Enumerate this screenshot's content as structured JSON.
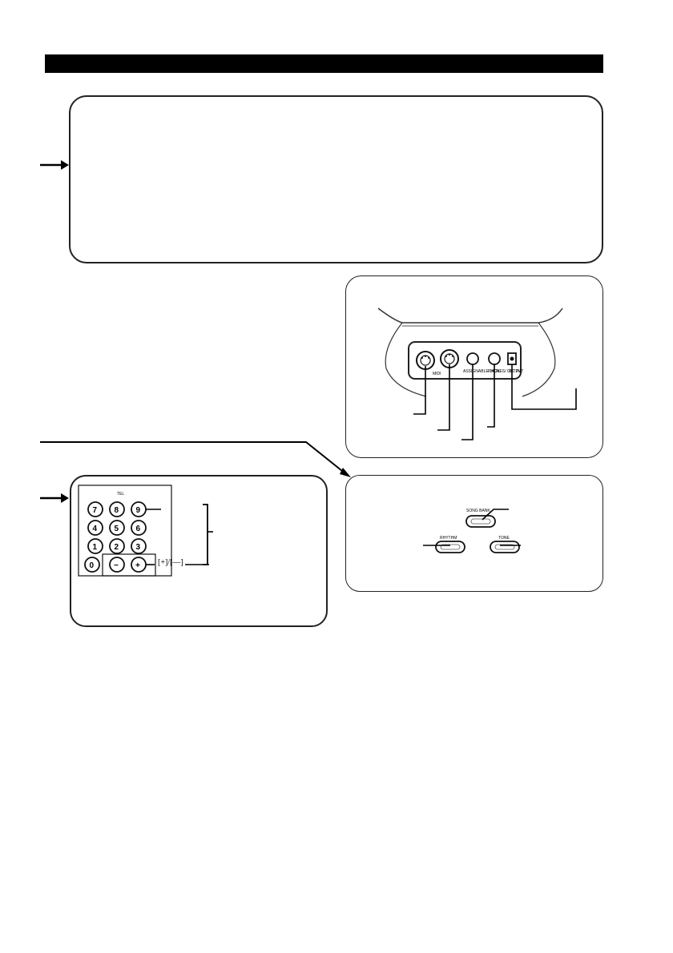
{
  "keypad": {
    "top_label": "TEL",
    "keys": [
      "7",
      "8",
      "9",
      "4",
      "5",
      "6",
      "1",
      "2",
      "3",
      "0",
      "−",
      "+"
    ],
    "bracket_label": "[+]/[—]"
  },
  "buttons": {
    "song_bank": "SONG BANK",
    "rhythm": "RHYTHM",
    "tone": "TONE"
  },
  "jacks": {
    "midi": "MIDI",
    "assignable_jack": "ASSIGNABLE JACK",
    "phones_output": "PHONES/ OUTPUT",
    "dc_in": "DC 9V"
  }
}
